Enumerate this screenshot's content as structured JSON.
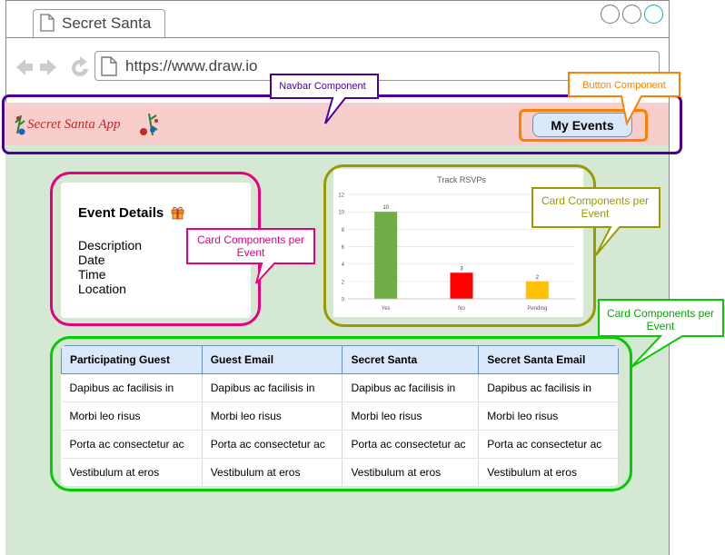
{
  "browser": {
    "tab_title": "Secret Santa",
    "url": "https://www.draw.io"
  },
  "navbar": {
    "logo_text": "Secret Santa App",
    "button_label": "My Events"
  },
  "event_card": {
    "title": "Event Details",
    "fields": [
      "Description",
      "Date",
      "Time",
      "Location"
    ]
  },
  "rsvp_card": {
    "chart_data": {
      "type": "bar",
      "title": "Track RSVPs",
      "categories": [
        "Yes",
        "No",
        "Pending"
      ],
      "values": [
        10,
        3,
        2
      ],
      "colors": [
        "#70ad47",
        "#ff0000",
        "#ffc000"
      ],
      "ylim": [
        0,
        12
      ],
      "yticks": [
        0,
        2,
        4,
        6,
        8,
        10,
        12
      ],
      "grid": true
    }
  },
  "table": {
    "headers": [
      "Participating Guest",
      "Guest Email",
      "Secret Santa",
      "Secret Santa Email"
    ],
    "rows": [
      [
        "Dapibus ac facilisis in",
        "Dapibus ac facilisis in",
        "Dapibus ac facilisis in",
        "Dapibus ac facilisis in"
      ],
      [
        "Morbi leo risus",
        "Morbi leo risus",
        "Morbi leo risus",
        "Morbi leo risus"
      ],
      [
        "Porta ac consectetur ac",
        "Porta ac consectetur ac",
        "Porta ac consectetur ac",
        "Porta ac consectetur ac"
      ],
      [
        "Vestibulum at eros",
        "Vestibulum at eros",
        "Vestibulum at eros",
        "Vestibulum at eros"
      ]
    ]
  },
  "callouts": {
    "navbar": "Navbar Component",
    "button": "Button Component",
    "event_card": "Card Components per Event",
    "rsvp_card": "Card Components per Event",
    "table_card": "Card Components per Event"
  },
  "colors": {
    "navbar_outline": "#4c0099",
    "button_outline": "#ff8000",
    "event_card_outline": "#e6007e",
    "rsvp_card_outline": "#999900",
    "table_card_outline": "#00cc00",
    "page_background": "#d5e8d4",
    "navbar_background": "#f8cecc"
  }
}
